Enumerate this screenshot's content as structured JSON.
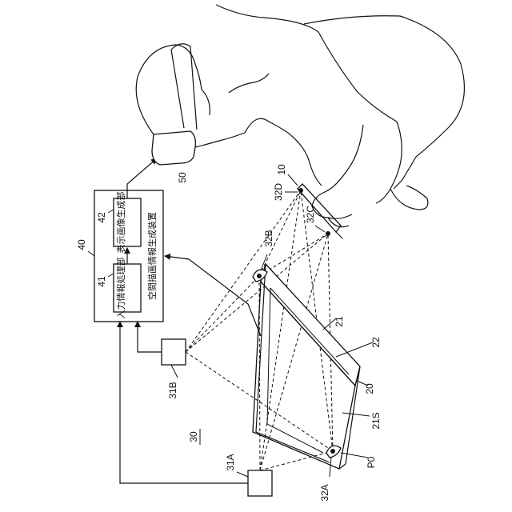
{
  "labels": {
    "system": "30",
    "device": "40",
    "proc_input_id": "41",
    "proc_display_id": "42",
    "proc_input_name": "入力情報処理部",
    "proc_display_name": "表示画像生成部",
    "device_name": "空間描画情報生成装置",
    "hmd": "50",
    "pen": "10",
    "tablet": "20",
    "tablet_surface": "21",
    "drawing_area": "22",
    "input_surface": "21S",
    "origin": "P0",
    "camera_a": "31A",
    "camera_b": "31B",
    "marker_a": "32A",
    "marker_b": "32B",
    "marker_c": "32C",
    "marker_d": "32D"
  }
}
